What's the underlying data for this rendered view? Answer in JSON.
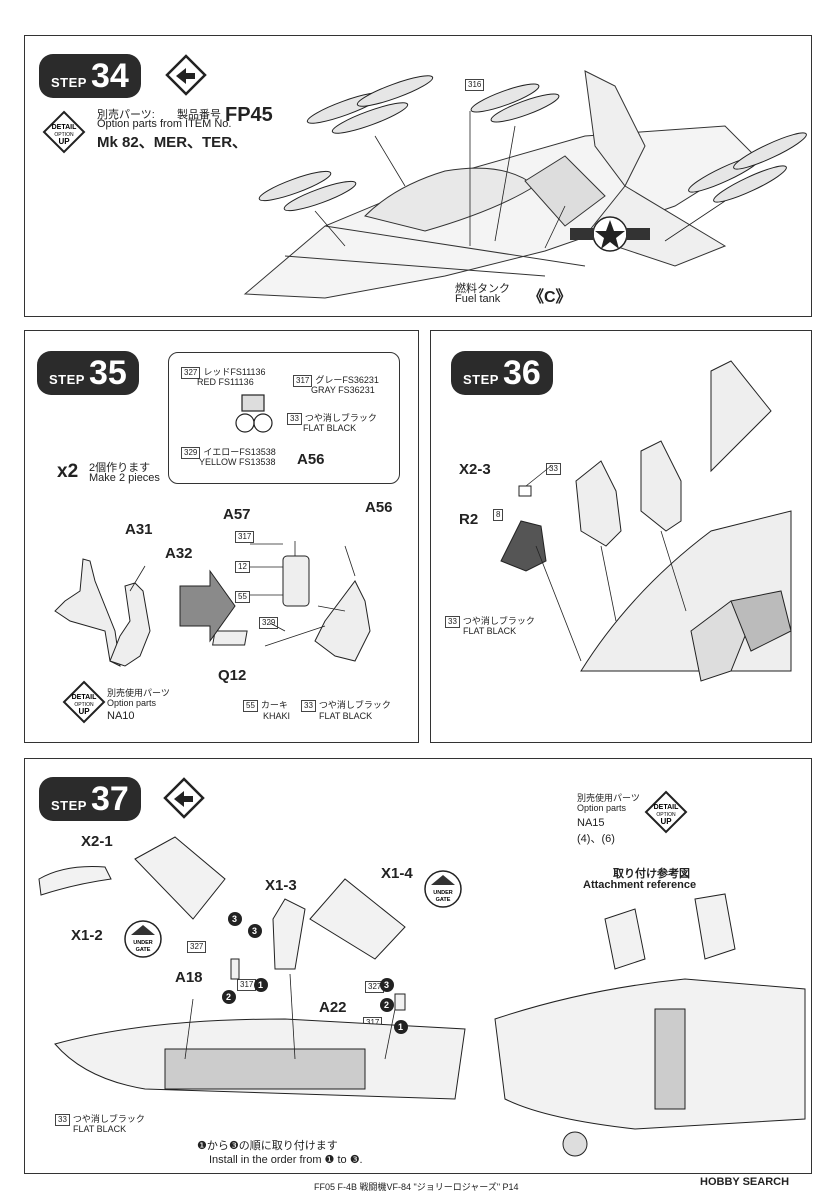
{
  "steps": {
    "s34": {
      "label": "STEP",
      "num": "34",
      "opt_jp": "別売パーツ:",
      "opt_en": "Option parts from ITEM No.",
      "item_jp": "製品番号",
      "item": "FP45",
      "parts": "Mk 82、MER、TER、",
      "color_316": "316",
      "fuel_jp": "燃料タンク",
      "fuel_en": "Fuel tank",
      "fuel_part": "《C》"
    },
    "s35": {
      "label": "STEP",
      "num": "35",
      "x2": "x2",
      "x2_jp": "2個作ります",
      "x2_en": "Make 2 pieces",
      "red_jp": "レッドFS11136",
      "red_en": "RED FS11136",
      "red_code": "327",
      "gray_jp": "グレーFS36231",
      "gray_en": "GRAY FS36231",
      "gray_code": "317",
      "flat_jp": "つや消しブラック",
      "flat_en": "FLAT BLACK",
      "flat_code": "33",
      "yellow_jp": "イエローFS13538",
      "yellow_en": "YELLOW FS13538",
      "yellow_code": "329",
      "a56_callout": "A56",
      "a31": "A31",
      "a32": "A32",
      "a57": "A57",
      "a56": "A56",
      "q12": "Q12",
      "c317": "317",
      "c12": "12",
      "c55": "55",
      "c329": "329",
      "c55b": "55",
      "khaki_jp": "カーキ",
      "khaki_en": "KHAKI",
      "c33": "33",
      "flat2_jp": "つや消しブラック",
      "flat2_en": "FLAT BLACK",
      "opt_jp": "別売使用パーツ",
      "opt_en": "Option parts",
      "na": "NA10"
    },
    "s36": {
      "label": "STEP",
      "num": "36",
      "x23": "X2-3",
      "r2": "R2",
      "c8": "8",
      "c33": "33",
      "flat_jp": "つや消しブラック",
      "flat_en": "FLAT BLACK",
      "c33b": "33"
    },
    "s37": {
      "label": "STEP",
      "num": "37",
      "opt_jp": "別売使用パーツ",
      "opt_en": "Option parts",
      "na": "NA15",
      "na_parts": "(4)、(6)",
      "x21": "X2-1",
      "x12": "X1-2",
      "x13": "X1-3",
      "x14": "X1-4",
      "a18": "A18",
      "a22": "A22",
      "ug1": "UNDER GATE",
      "ug2": "UNDER GATE",
      "c327": "327",
      "c317": "317",
      "c33": "33",
      "c327b": "327",
      "c317b": "317",
      "flat_jp": "つや消しブラック",
      "flat_en": "FLAT BLACK",
      "order_jp": "❶から❸の順に取り付けます",
      "order_en": "Install in the order from ❶ to ❸.",
      "ref_jp": "取り付け参考図",
      "ref_en": "Attachment reference"
    }
  },
  "detail_badge": {
    "top": "DETAIL",
    "mid": "OPTION",
    "bot": "UP"
  },
  "footer": {
    "text": "FF05 F-4B 戦闘機VF-84 \"ジョリーロジャーズ\" P14",
    "watermark": "HOBBY SEARCH"
  }
}
